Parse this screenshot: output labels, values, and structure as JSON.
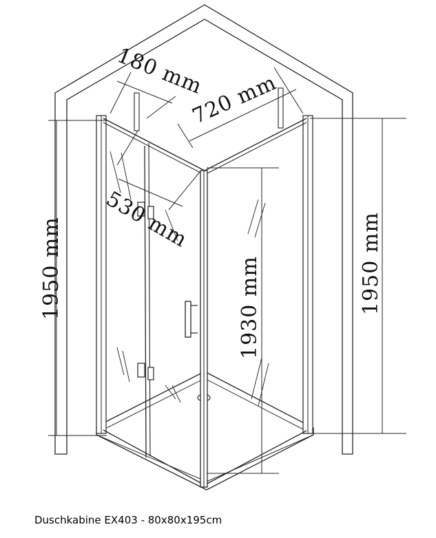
{
  "dimensions": {
    "hinge_gap": "180 mm",
    "panel_width": "720 mm",
    "door_width": "530 mm",
    "height_left": "1950 mm",
    "height_right": "1950 mm",
    "door_height": "1930 mm"
  },
  "caption": "Duschkabine EX403 - 80x80x195cm"
}
